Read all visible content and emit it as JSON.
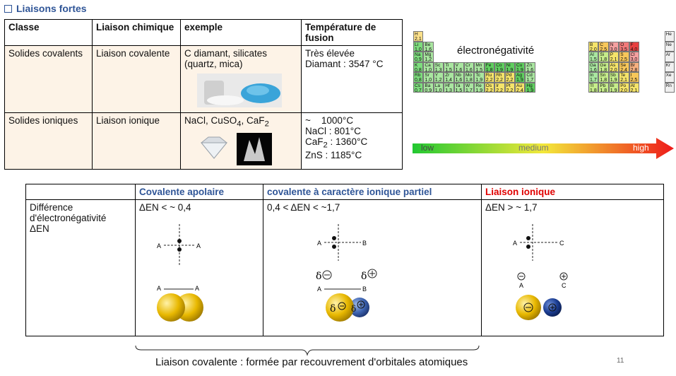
{
  "heading": "Liaisons fortes",
  "table1": {
    "headers": [
      "Classe",
      "Liaison chimique",
      "exemple",
      "Température de fusion"
    ],
    "row1": {
      "classe": "Solides covalents",
      "liaison": "Liaison covalente",
      "exemple": "C diamant, silicates (quartz, mica)",
      "temp": [
        "Très élevée",
        "Diamant : 3547 °C"
      ]
    },
    "row2": {
      "classe": "Solides ioniques",
      "liaison": "Liaison ionique",
      "exemple_parts": [
        "NaCl, CuSO",
        "4",
        ", CaF",
        "2"
      ],
      "temp_lines": [
        "~    1000°C",
        "NaCl : 801°C",
        "CaF",
        "2",
        " : 1360°C",
        "ZnS : 1185°C"
      ]
    }
  },
  "periodic": {
    "title": "électronégativité",
    "scale": {
      "low": "low",
      "medium": "medium",
      "high": "high"
    },
    "cells": [
      {
        "s": "H",
        "v": "2,1",
        "c": 0,
        "r": 0,
        "col": "#fbe08a"
      },
      {
        "s": "He",
        "v": "",
        "c": 17,
        "r": 0,
        "col": "#f0f0f0"
      },
      {
        "s": "Li",
        "v": "1,0",
        "c": 0,
        "r": 1,
        "col": "#7ddc7d"
      },
      {
        "s": "Be",
        "v": "1,6",
        "c": 1,
        "r": 1,
        "col": "#a9e6a0"
      },
      {
        "s": "B",
        "v": "2,0",
        "c": 12,
        "r": 1,
        "col": "#f5e46a"
      },
      {
        "s": "C",
        "v": "2,5",
        "c": 13,
        "r": 1,
        "col": "#f7c75a"
      },
      {
        "s": "N",
        "v": "3,0",
        "c": 14,
        "r": 1,
        "col": "#f5a0a0"
      },
      {
        "s": "O",
        "v": "3,5",
        "c": 15,
        "r": 1,
        "col": "#f27a7a"
      },
      {
        "s": "F",
        "v": "4,0",
        "c": 16,
        "r": 1,
        "col": "#e84040"
      },
      {
        "s": "Ne",
        "v": "",
        "c": 17,
        "r": 1,
        "col": "#f0f0f0"
      },
      {
        "s": "Na",
        "v": "0,9",
        "c": 0,
        "r": 2,
        "col": "#7ddc7d"
      },
      {
        "s": "Mg",
        "v": "1,2",
        "c": 1,
        "r": 2,
        "col": "#a9e6a0"
      },
      {
        "s": "Al",
        "v": "1,5",
        "c": 12,
        "r": 2,
        "col": "#a9e6a0"
      },
      {
        "s": "Si",
        "v": "1,8",
        "c": 13,
        "r": 2,
        "col": "#c5ec8a"
      },
      {
        "s": "P",
        "v": "2,1",
        "c": 14,
        "r": 2,
        "col": "#f5e46a"
      },
      {
        "s": "S",
        "v": "2,5",
        "c": 15,
        "r": 2,
        "col": "#f7c75a"
      },
      {
        "s": "Cl",
        "v": "3,0",
        "c": 16,
        "r": 2,
        "col": "#f5a0a0"
      },
      {
        "s": "Ar",
        "v": "",
        "c": 17,
        "r": 2,
        "col": "#f0f0f0"
      },
      {
        "s": "K",
        "v": "0,8",
        "c": 0,
        "r": 3,
        "col": "#7ddc7d"
      },
      {
        "s": "Ca",
        "v": "1,0",
        "c": 1,
        "r": 3,
        "col": "#a9e6a0"
      },
      {
        "s": "Sc",
        "v": "1,3",
        "c": 2,
        "r": 3,
        "col": "#a9e6a0"
      },
      {
        "s": "Ti",
        "v": "1,5",
        "c": 3,
        "r": 3,
        "col": "#a9e6a0"
      },
      {
        "s": "V",
        "v": "1,6",
        "c": 4,
        "r": 3,
        "col": "#a9e6a0"
      },
      {
        "s": "Cr",
        "v": "1,6",
        "c": 5,
        "r": 3,
        "col": "#a9e6a0"
      },
      {
        "s": "Mn",
        "v": "1,5",
        "c": 6,
        "r": 3,
        "col": "#a9e6a0"
      },
      {
        "s": "Fe",
        "v": "1,8",
        "c": 7,
        "r": 3,
        "col": "#5fcf5f"
      },
      {
        "s": "Co",
        "v": "1,9",
        "c": 8,
        "r": 3,
        "col": "#5fcf5f"
      },
      {
        "s": "Ni",
        "v": "1,9",
        "c": 9,
        "r": 3,
        "col": "#5fcf5f"
      },
      {
        "s": "Cu",
        "v": "1,9",
        "c": 10,
        "r": 3,
        "col": "#5fcf5f"
      },
      {
        "s": "Zn",
        "v": "1,6",
        "c": 11,
        "r": 3,
        "col": "#a9e6a0"
      },
      {
        "s": "Ga",
        "v": "1,6",
        "c": 12,
        "r": 3,
        "col": "#a9e6a0"
      },
      {
        "s": "Ge",
        "v": "1,8",
        "c": 13,
        "r": 3,
        "col": "#c5ec8a"
      },
      {
        "s": "As",
        "v": "2,0",
        "c": 14,
        "r": 3,
        "col": "#f5e46a"
      },
      {
        "s": "Se",
        "v": "2,4",
        "c": 15,
        "r": 3,
        "col": "#f7c75a"
      },
      {
        "s": "Br",
        "v": "2,8",
        "c": 16,
        "r": 3,
        "col": "#f7b080"
      },
      {
        "s": "Kr",
        "v": "",
        "c": 17,
        "r": 3,
        "col": "#f0f0f0"
      },
      {
        "s": "Rb",
        "v": "0,8",
        "c": 0,
        "r": 4,
        "col": "#7ddc7d"
      },
      {
        "s": "Sr",
        "v": "1,0",
        "c": 1,
        "r": 4,
        "col": "#a9e6a0"
      },
      {
        "s": "Y",
        "v": "1,2",
        "c": 2,
        "r": 4,
        "col": "#a9e6a0"
      },
      {
        "s": "Zr",
        "v": "1,4",
        "c": 3,
        "r": 4,
        "col": "#a9e6a0"
      },
      {
        "s": "Nb",
        "v": "1,6",
        "c": 4,
        "r": 4,
        "col": "#a9e6a0"
      },
      {
        "s": "Mo",
        "v": "1,8",
        "c": 5,
        "r": 4,
        "col": "#a9e6a0"
      },
      {
        "s": "Tc",
        "v": "1,9",
        "c": 6,
        "r": 4,
        "col": "#a9e6a0"
      },
      {
        "s": "Ru",
        "v": "2,2",
        "c": 7,
        "r": 4,
        "col": "#f5e46a"
      },
      {
        "s": "Rh",
        "v": "2,2",
        "c": 8,
        "r": 4,
        "col": "#f5e46a"
      },
      {
        "s": "Pd",
        "v": "2,2",
        "c": 9,
        "r": 4,
        "col": "#f5e46a"
      },
      {
        "s": "Ag",
        "v": "1,9",
        "c": 10,
        "r": 4,
        "col": "#5fcf5f"
      },
      {
        "s": "Cd",
        "v": "1,7",
        "c": 11,
        "r": 4,
        "col": "#a9e6a0"
      },
      {
        "s": "In",
        "v": "1,7",
        "c": 12,
        "r": 4,
        "col": "#a9e6a0"
      },
      {
        "s": "Sn",
        "v": "1,8",
        "c": 13,
        "r": 4,
        "col": "#c5ec8a"
      },
      {
        "s": "Sb",
        "v": "1,9",
        "c": 14,
        "r": 4,
        "col": "#c5ec8a"
      },
      {
        "s": "Te",
        "v": "2,1",
        "c": 15,
        "r": 4,
        "col": "#f5e46a"
      },
      {
        "s": "I",
        "v": "2,5",
        "c": 16,
        "r": 4,
        "col": "#f7c75a"
      },
      {
        "s": "Xe",
        "v": "",
        "c": 17,
        "r": 4,
        "col": "#f0f0f0"
      },
      {
        "s": "Cs",
        "v": "0,7",
        "c": 0,
        "r": 5,
        "col": "#7ddc7d"
      },
      {
        "s": "Ba",
        "v": "0,9",
        "c": 1,
        "r": 5,
        "col": "#a9e6a0"
      },
      {
        "s": "La",
        "v": "1,0",
        "c": 2,
        "r": 5,
        "col": "#a9e6a0"
      },
      {
        "s": "Hf",
        "v": "1,3",
        "c": 3,
        "r": 5,
        "col": "#a9e6a0"
      },
      {
        "s": "Ta",
        "v": "1,5",
        "c": 4,
        "r": 5,
        "col": "#a9e6a0"
      },
      {
        "s": "W",
        "v": "1,7",
        "c": 5,
        "r": 5,
        "col": "#a9e6a0"
      },
      {
        "s": "Re",
        "v": "1,9",
        "c": 6,
        "r": 5,
        "col": "#a9e6a0"
      },
      {
        "s": "Os",
        "v": "2,2",
        "c": 7,
        "r": 5,
        "col": "#f5e46a"
      },
      {
        "s": "Ir",
        "v": "2,2",
        "c": 8,
        "r": 5,
        "col": "#f5e46a"
      },
      {
        "s": "Pt",
        "v": "2,2",
        "c": 9,
        "r": 5,
        "col": "#f5e46a"
      },
      {
        "s": "Au",
        "v": "2,4",
        "c": 10,
        "r": 5,
        "col": "#f5e46a"
      },
      {
        "s": "Hg",
        "v": "1,9",
        "c": 11,
        "r": 5,
        "col": "#5fcf5f"
      },
      {
        "s": "Tl",
        "v": "1,8",
        "c": 12,
        "r": 5,
        "col": "#c5ec8a"
      },
      {
        "s": "Pb",
        "v": "1,8",
        "c": 13,
        "r": 5,
        "col": "#c5ec8a"
      },
      {
        "s": "Bi",
        "v": "1,9",
        "c": 14,
        "r": 5,
        "col": "#c5ec8a"
      },
      {
        "s": "Po",
        "v": "2,0",
        "c": 15,
        "r": 5,
        "col": "#f5e46a"
      },
      {
        "s": "At",
        "v": "2,1",
        "c": 16,
        "r": 5,
        "col": "#f5e46a"
      },
      {
        "s": "Rn",
        "v": "",
        "c": 17,
        "r": 5,
        "col": "#f0f0f0"
      }
    ]
  },
  "table2": {
    "h_apolaire": "Covalente apolaire",
    "h_partiel": "covalente à caractère ionique partiel",
    "h_ionique": "Liaison ionique",
    "row_label": [
      "Différence",
      "d'électronégativité",
      "ΔEN"
    ],
    "cond_apolaire": "ΔEN < ~ 0,4",
    "cond_partiel": "0,4 < ΔEN < ~1,7",
    "cond_ionique": "ΔEN > ~ 1,7",
    "atom_a": "A",
    "atom_b": "B",
    "atom_c": "C",
    "delta": "δ"
  },
  "footer": {
    "caption": "Liaison covalente : formée par recouvrement d'orbitales atomiques",
    "page": "11"
  }
}
